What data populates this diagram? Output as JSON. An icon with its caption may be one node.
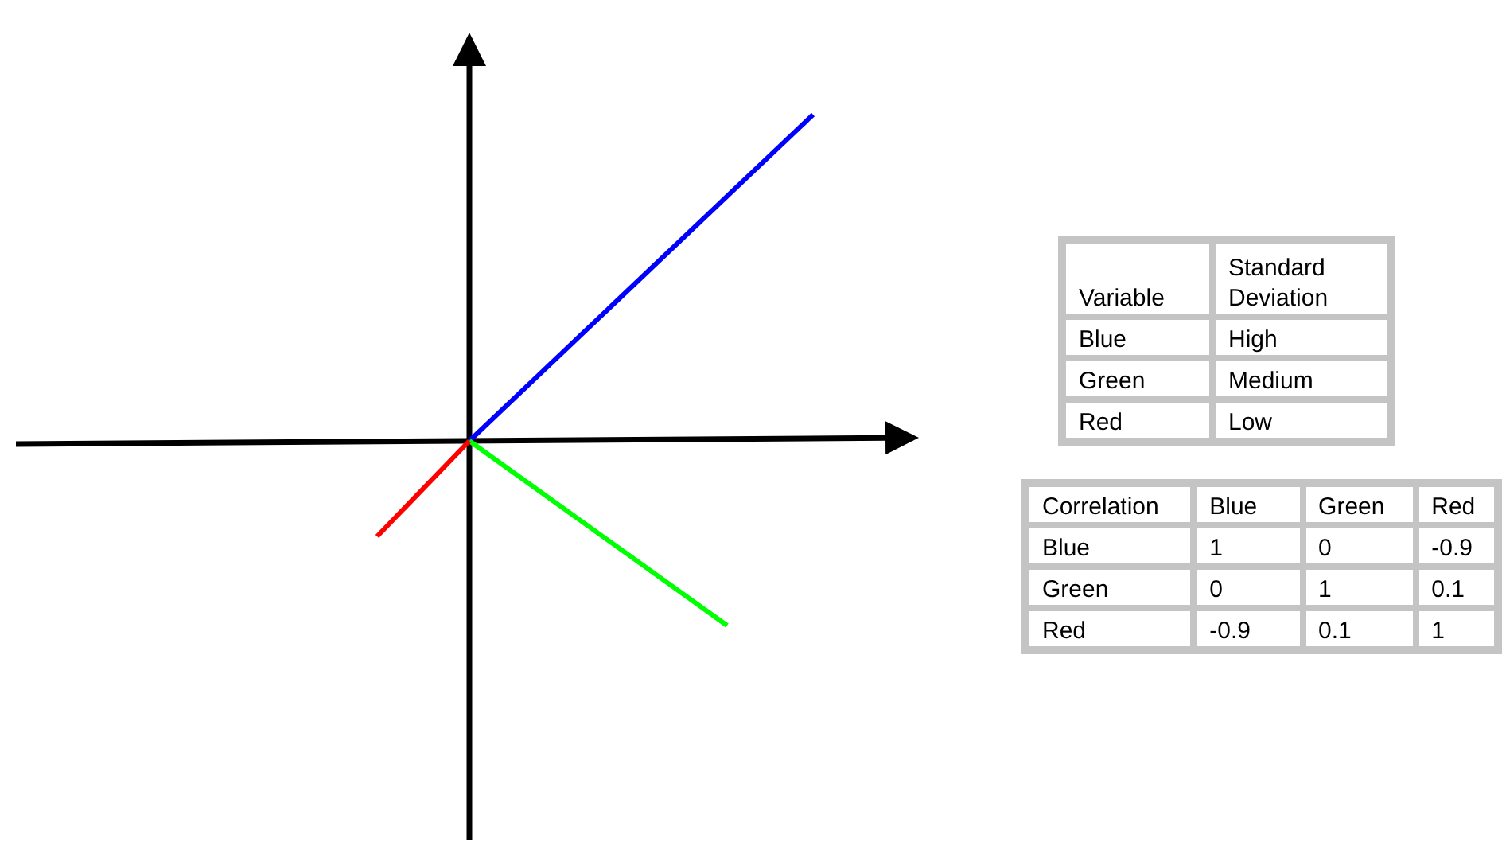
{
  "diagram": {
    "labels": [
      "Variable",
      "Standard Deviation",
      "Blue",
      "High",
      "Green",
      "Medium",
      "Red",
      "Low",
      "Correlation",
      "Blue",
      "Green",
      "Red",
      "Blue",
      "1",
      "0",
      "-0.9",
      "Green",
      "0",
      "1",
      "0.1",
      "Red",
      "-0.9",
      "0.1",
      "1"
    ]
  }
}
